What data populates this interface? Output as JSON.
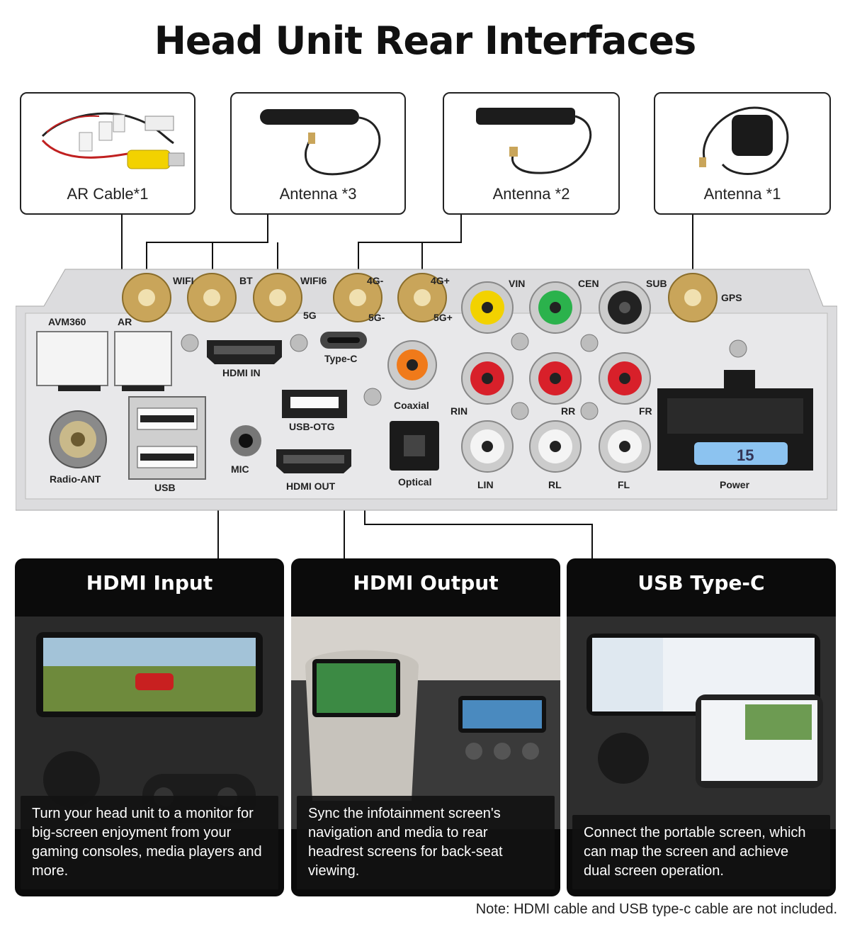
{
  "title": "Head Unit Rear Interfaces",
  "accessories": [
    {
      "label": "AR Cable*1",
      "icon": "ar-cable-icon"
    },
    {
      "label": "Antenna *3",
      "icon": "wifi-bt-antenna-icon"
    },
    {
      "label": "Antenna *2",
      "icon": "4g-antenna-icon"
    },
    {
      "label": "Antenna *1",
      "icon": "gps-antenna-icon"
    }
  ],
  "ports": {
    "wifi": "WIFI",
    "bt": "BT",
    "wifi6": "WIFI6",
    "g5": "5G",
    "g4minus": "4G-",
    "g4plus": "4G+",
    "g5minus": "5G-",
    "g5plus": "5G+",
    "vin": "VIN",
    "cen": "CEN",
    "sub": "SUB",
    "gps": "GPS",
    "avm360": "AVM360",
    "ar": "AR",
    "hdmi_in": "HDMI  IN",
    "type_c": "Type-C",
    "usb_otg": "USB-OTG",
    "coaxial": "Coaxial",
    "rin": "RIN",
    "rr": "RR",
    "fr": "FR",
    "radio_ant": "Radio-ANT",
    "usb": "USB",
    "mic": "MIC",
    "hdmi_out": "HDMI  OUT",
    "optical": "Optical",
    "lin": "LIN",
    "rl": "RL",
    "fl": "FL",
    "power": "Power",
    "fuse": "15"
  },
  "features": [
    {
      "title": "HDMI Input",
      "caption": "Turn your head unit to a monitor for big-screen enjoyment from your gaming consoles, media players and more."
    },
    {
      "title": "HDMI Output",
      "caption": "Sync the infotainment screen's navigation and media to rear headrest screens for back-seat viewing."
    },
    {
      "title": "USB Type-C",
      "caption": "Connect the portable screen, which can map the screen and achieve dual screen operation."
    }
  ],
  "note": "Note: HDMI cable and USB type-c cable are not included.",
  "colors": {
    "panel": "#e6e6e8",
    "gold": "#c9a55a",
    "yellow": "#f2d200",
    "green": "#2bb24c",
    "red": "#d8202a",
    "orange": "#f07a1a",
    "fuse": "#8cc3f0"
  }
}
